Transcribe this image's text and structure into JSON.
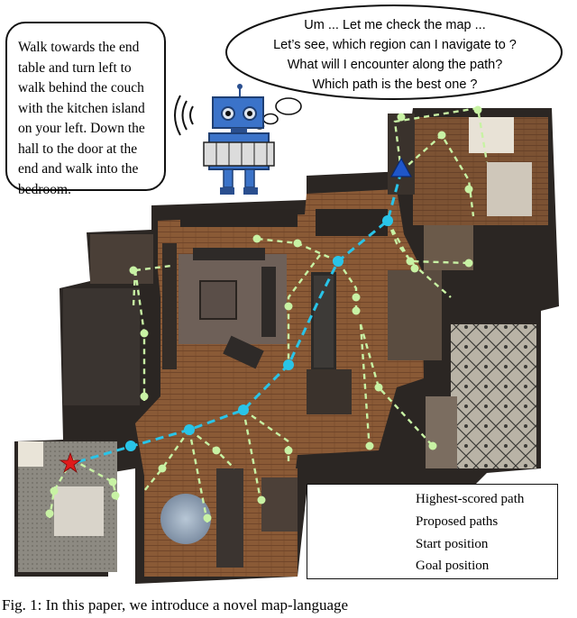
{
  "instruction": {
    "lines": [
      "Walk towards the end",
      "table and turn left to",
      "walk behind the couch",
      "with the kitchen island",
      "on your left. Down the",
      "hall to the door at the",
      "end and walk into the",
      "bedroom."
    ]
  },
  "thought": {
    "lines": [
      "Um ... Let me check the map ...",
      "Let’s see, which region can I navigate to ?",
      "What will I encounter along the path?",
      "Which path is the best one ?"
    ]
  },
  "legend": {
    "highest_scored": "Highest-scored path",
    "proposed": "Proposed paths",
    "start": "Start position",
    "goal": "Goal position"
  },
  "colors": {
    "highest_path": "#29c4e8",
    "proposed_path": "#c8f2a4",
    "start_marker": "#1f56c9",
    "goal_marker": "#e01b1b",
    "robot": "#3b73c9"
  },
  "caption": "Fig. 1: In this paper, we introduce a novel map-language"
}
